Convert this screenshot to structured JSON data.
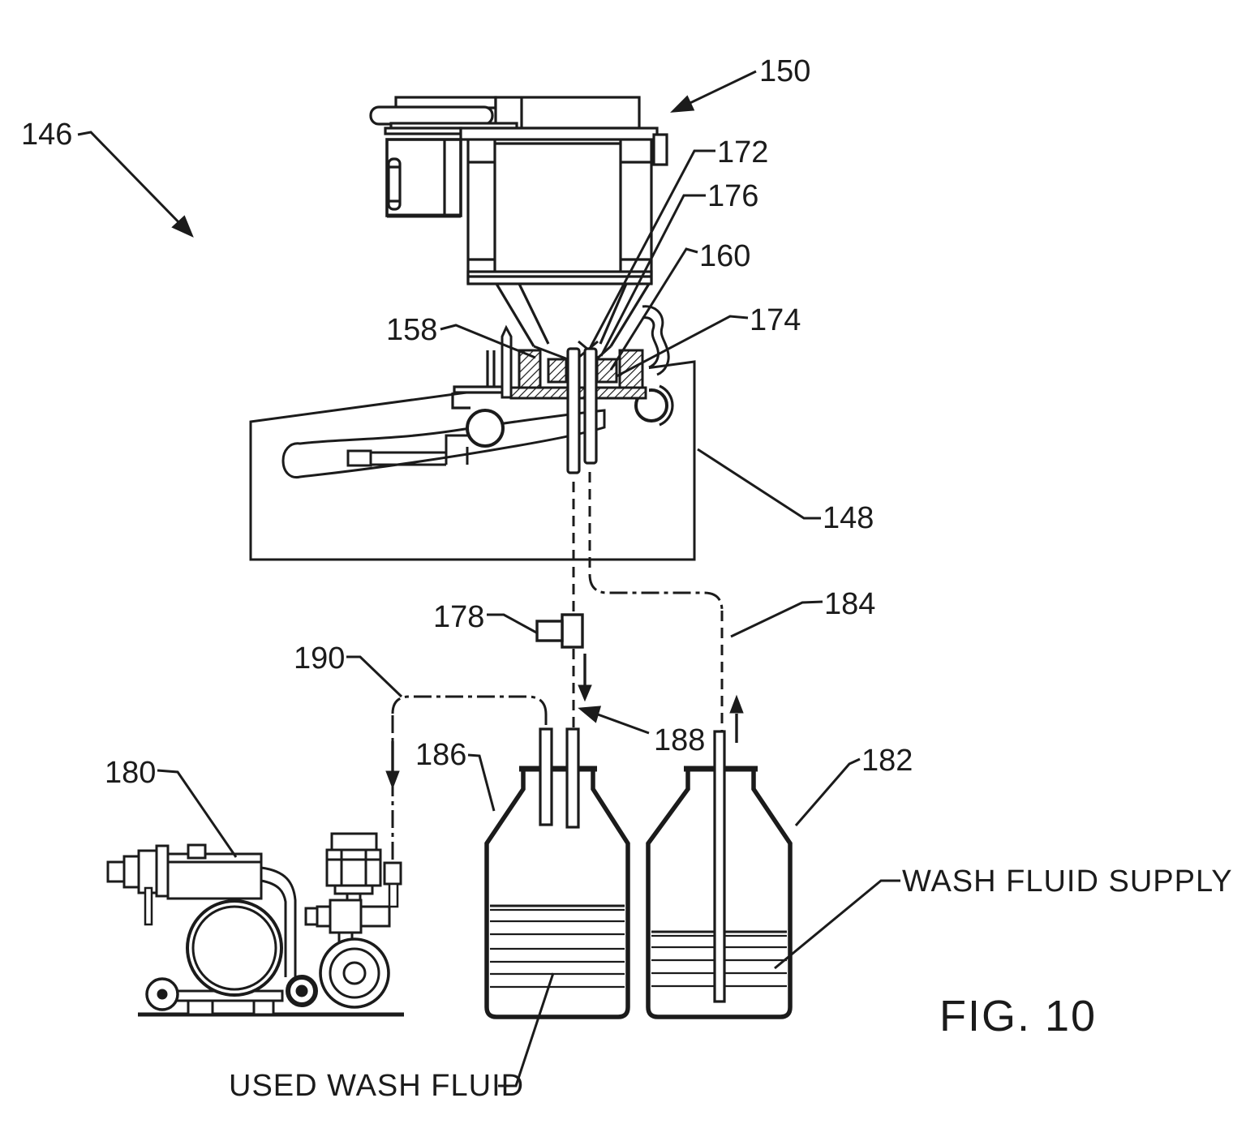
{
  "figure": {
    "caption": "FIG. 10"
  },
  "callouts": {
    "c146": "146",
    "c148": "148",
    "c150": "150",
    "c158": "158",
    "c160": "160",
    "c172": "172",
    "c174": "174",
    "c176": "176",
    "c178": "178",
    "c180": "180",
    "c182": "182",
    "c184": "184",
    "c186": "186",
    "c188": "188",
    "c190": "190"
  },
  "annotations": {
    "used_wash_fluid": "USED WASH FLUID",
    "wash_fluid_supply": "WASH FLUID SUPPLY"
  },
  "colors": {
    "ink": "#1b1b1b",
    "paper": "#ffffff"
  }
}
